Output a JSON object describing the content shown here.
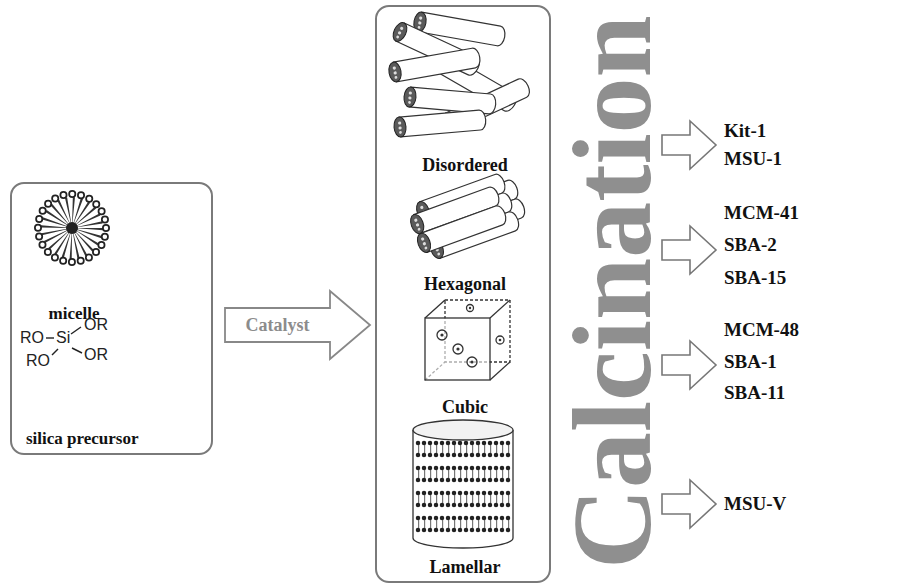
{
  "diagram": {
    "nodes": [
      {
        "text": [
          "micelle",
          "silica precursor"
        ]
      },
      {
        "text": [
          "Disordered",
          "Hexagonal",
          "Cubic",
          "Lamellar"
        ]
      }
    ],
    "edges": [
      {
        "from": 0,
        "to": 1,
        "label": "Catalyst",
        "arrow": "to"
      }
    ],
    "labels": [
      "RO",
      "Si",
      "OR",
      "RO",
      "OR",
      "Calcination",
      "Kit-1",
      "MSU-1",
      "MCM-41",
      "SBA-2",
      "SBA-15",
      "MCM-48",
      "SBA-1",
      "SBA-11",
      "MSU-V"
    ]
  }
}
